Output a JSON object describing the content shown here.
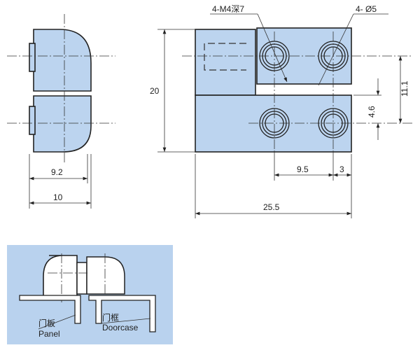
{
  "title_dims": {
    "thread_callout": "4-M4深7",
    "hole_callout": "4- Ø5",
    "height": "20",
    "side_width_inner": "9.2",
    "side_width_outer": "10",
    "hole_spacing": "9.5",
    "edge_offset": "3",
    "total_length": "25.5",
    "gap_offset": "4.6",
    "hole_height": "11.1"
  },
  "install": {
    "panel_cn": "门板",
    "panel_en": "Panel",
    "doorcase_cn": "门框",
    "doorcase_en": "Doorcase"
  },
  "colors": {
    "part_fill": "#bcd4ef",
    "install_bg": "#b9d2ee"
  }
}
